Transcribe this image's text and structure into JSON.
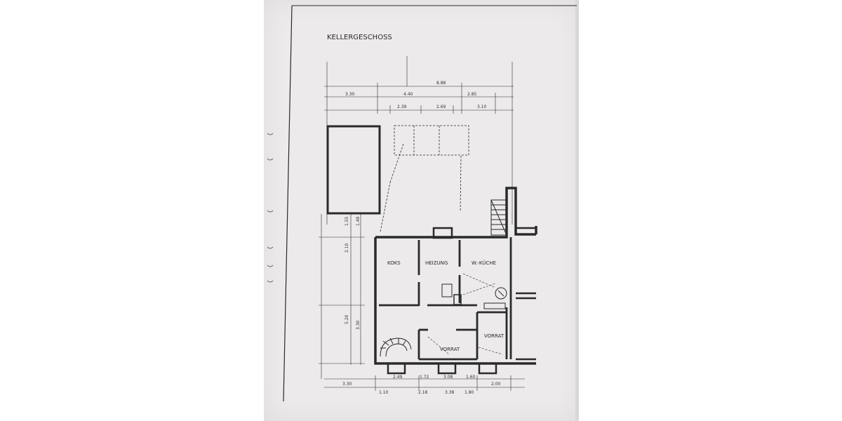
{
  "drawing": {
    "title": "KELLERGESCHOSS",
    "rooms": {
      "koks": "KOKS",
      "heizung": "HEIZUNG",
      "waschkueche": "W.-KÜCHE",
      "vorrat_left": "VORRAT",
      "vorrat_right": "VORRAT"
    },
    "dimensions": {
      "top_total": "8.88",
      "top_row": [
        "3.30",
        "4.40",
        "2.85"
      ],
      "top_sub": [
        "2.39",
        "2.69",
        "3.10"
      ],
      "left_column": [
        "1.55",
        "1.49",
        "2.10",
        "5.20",
        "3.30"
      ],
      "bottom_row": [
        "3.30",
        "1.10",
        "2.18",
        "3.38",
        "1.80",
        "2.00"
      ],
      "bottom_sub": [
        "2.49",
        "1.72",
        "3.08",
        "1.60"
      ]
    }
  },
  "colors": {
    "paper": "#eceaea",
    "ink": "#2a2a2a"
  }
}
